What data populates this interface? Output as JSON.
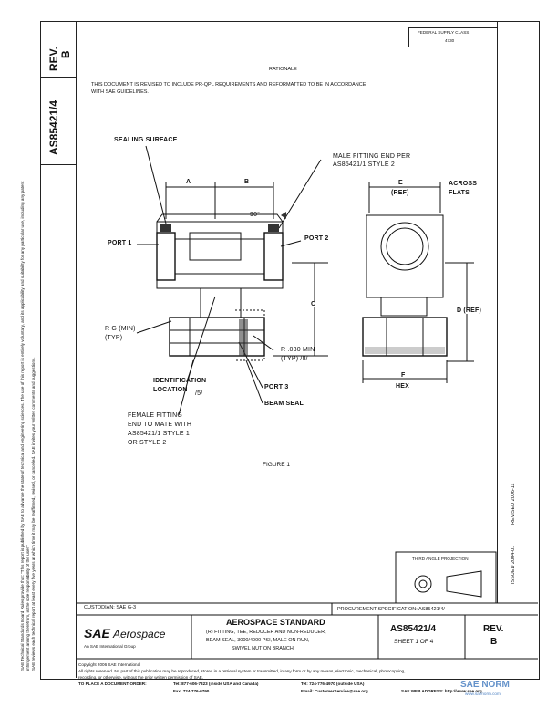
{
  "header": {
    "rev_label": "REV.",
    "rev_value": "B",
    "doc_number": "AS85421/4",
    "stamp_line1": "FEDERAL SUPPLY CLASS",
    "stamp_line2": "4730"
  },
  "rationale": {
    "title": "RATIONALE",
    "text_line1": "THIS DOCUMENT IS REVISED TO INCLUDE PR-QPL REQUIREMENTS AND REFORMATTED TO BE IN ACCORDANCE",
    "text_line2": "WITH SAE GUIDELINES."
  },
  "figure": {
    "labels": {
      "sealing_surface": "SEALING SURFACE",
      "male_fitting_1": "MALE FITTING END PER",
      "male_fitting_2": "AS85421/1 STYLE 2",
      "dim_a": "A",
      "dim_b": "B",
      "angle": "90°",
      "port1": "PORT 1",
      "port2": "PORT 2",
      "dim_c": "C",
      "rg_1": "R G (MIN)",
      "rg_2": "(TYP)",
      "r030_1": "R .030 MIN",
      "r030_2": "(TYP) /8/",
      "ident_1": "IDENTIFICATION",
      "ident_2": "LOCATION",
      "ident_note": "/5/",
      "port3": "PORT 3",
      "beam_seal": "BEAM SEAL",
      "female_1": "FEMALE FITTING",
      "female_2": "END TO MATE WITH",
      "female_3": "AS85421/1 STYLE 1",
      "female_4": "OR STYLE 2",
      "dim_e": "E",
      "dim_e_ref": "(REF)",
      "across_1": "ACROSS",
      "across_2": "FLATS",
      "dim_d": "D (REF)",
      "dim_f": "F",
      "hex": "HEX"
    },
    "caption": "FIGURE 1"
  },
  "side": {
    "issued": "ISSUED 2004-01",
    "revised": "REVISED 2006-11",
    "left_note": "SAE Technical Standards Board Rules provide that: \"This report is published by SAE to advance the state of technical and engineering sciences. The use of this report is entirely voluntary, and its applicability and suitability for any particular use, including any patent infringement arising therefrom, is the sole responsibility of the user.\"",
    "left_note2": "SAE reviews each technical report at least every five years at which time it may be reaffirmed, revised, or cancelled. SAE invites your written comments and suggestions."
  },
  "third_angle": "THIRD ANGLE PROJECTION",
  "custodian": "CUSTODIAN: SAE G-3",
  "procurement": "PROCUREMENT SPECIFICATION: AS85421/4/",
  "title_block": {
    "brand_sae": "SAE",
    "brand_aero": "Aerospace",
    "brand_sub": "An SAE International Group",
    "standard": "AEROSPACE STANDARD",
    "desc1": "(R) FITTING, TEE, REDUCER AND NON-REDUCER,",
    "desc2": "BEAM SEAL, 3000/4000 PSI, MALE ON RUN,",
    "desc3": "SWIVEL NUT ON BRANCH",
    "doc": "AS85421/4",
    "sheet": "SHEET 1 OF 4",
    "rev_label": "REV.",
    "rev_value": "B"
  },
  "footer": {
    "copyright": "Copyright 2006 SAE International",
    "rights": "All rights reserved. No part of this publication may be reproduced, stored in a retrieval system or transmitted, in any form or by any means, electronic, mechanical, photocopying,",
    "rights2": "recording, or otherwise, without the prior written permission of SAE.",
    "order": "TO PLACE A DOCUMENT ORDER:",
    "tel": "Tel: 877-606-7323 (inside USA and Canada)",
    "tel2": "Tel: 724-776-4970 (outside USA)",
    "fax": "Fax: 724-776-0790",
    "email": "Email: CustomerService@sae.org",
    "web": "SAE WEB ADDRESS: http://www.sae.org",
    "watermark": "SAE NORM",
    "watermark_url": "www.saenorm.com"
  }
}
